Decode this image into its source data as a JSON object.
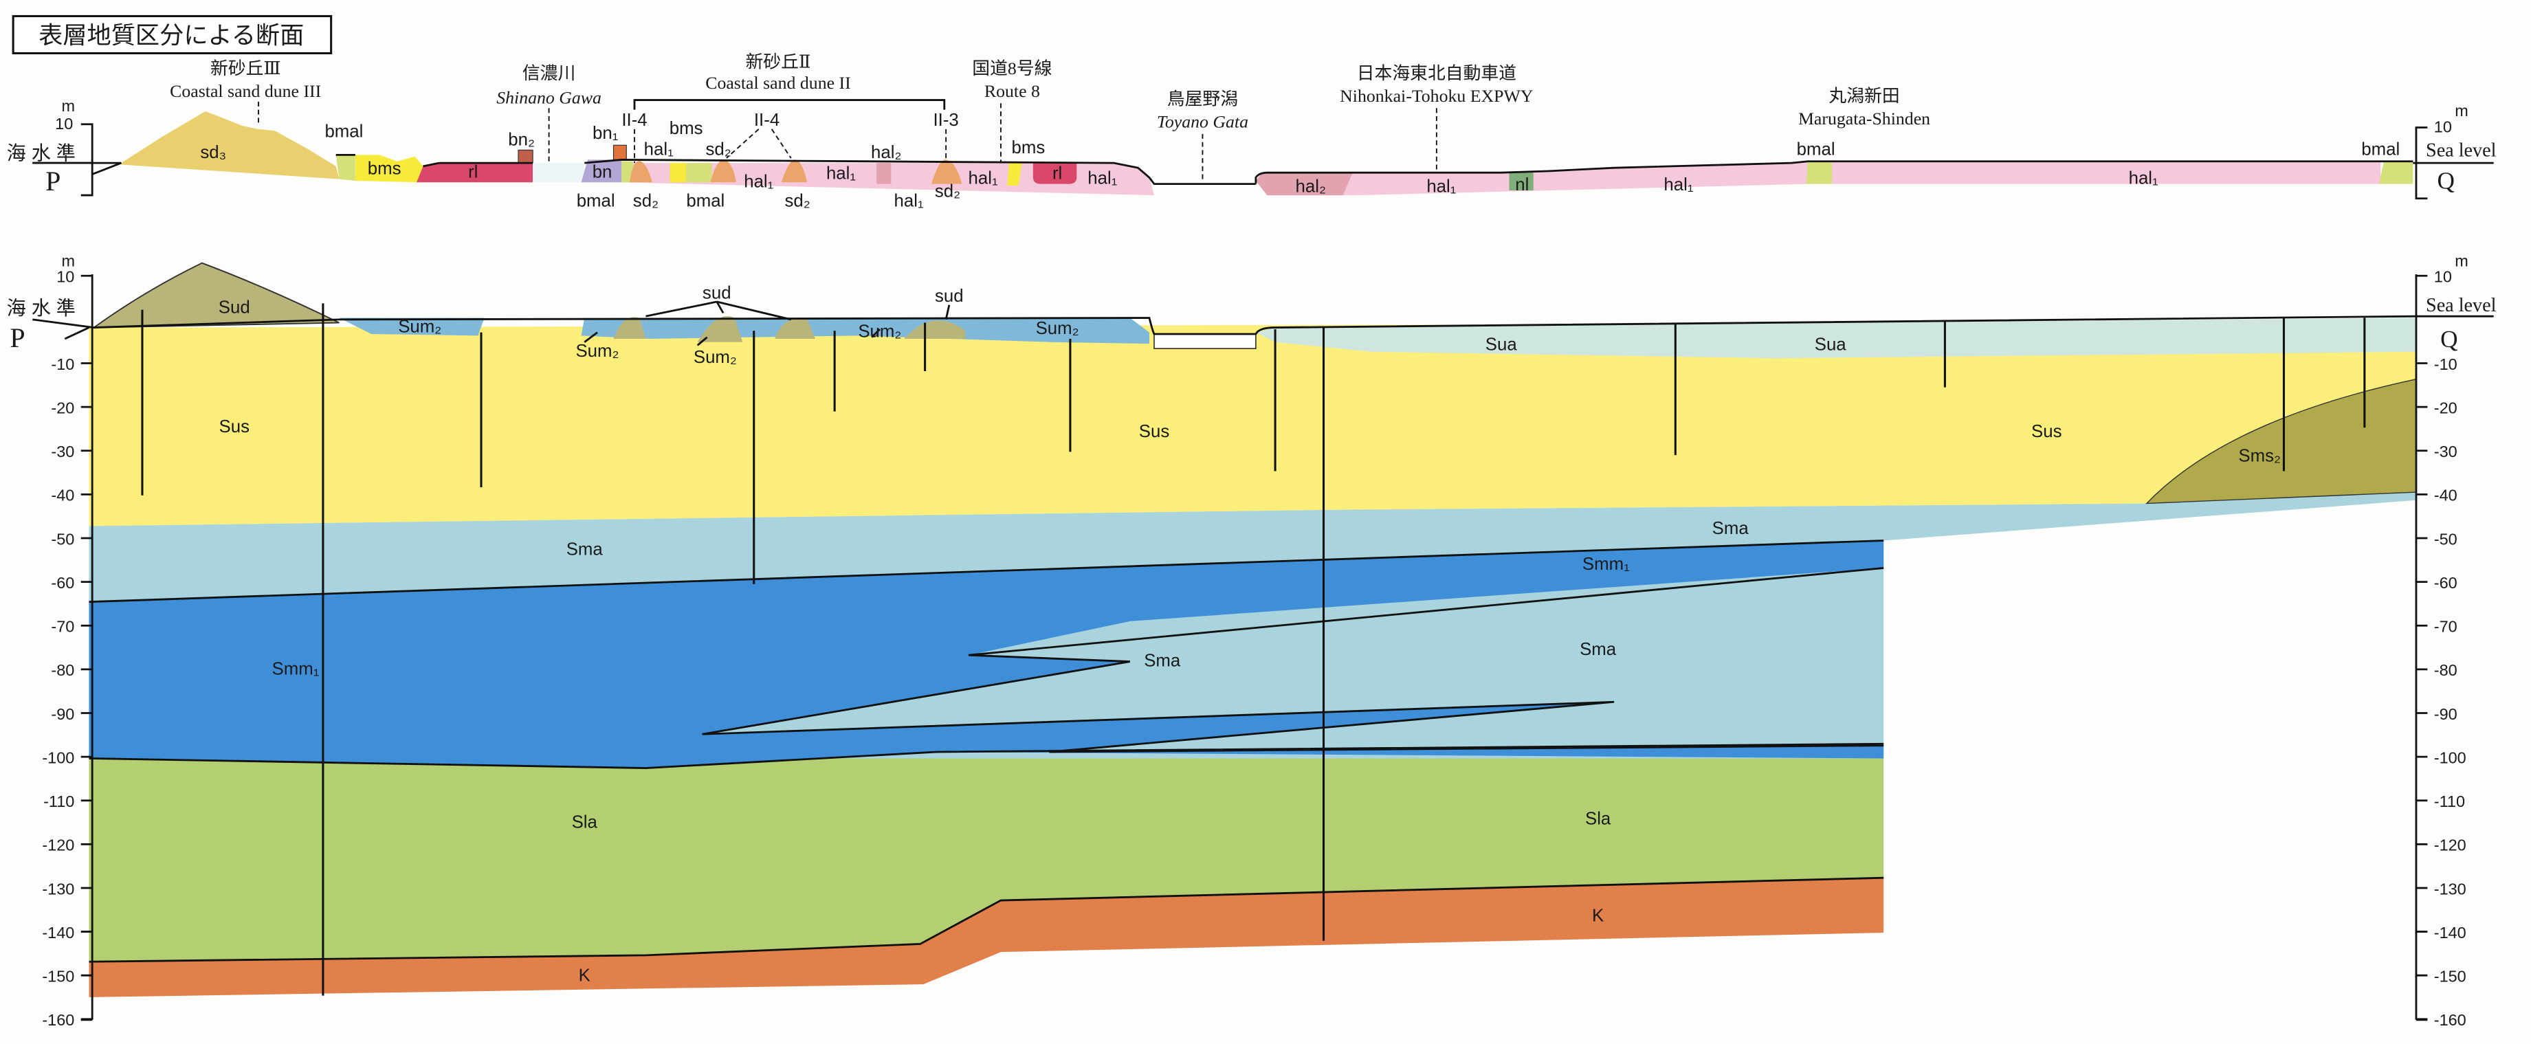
{
  "title": "表層地質区分による断面",
  "colors": {
    "sd3": "#e9cf6e",
    "bmal": "#d6e07a",
    "bms": "#f7ea3a",
    "rl": "#d9486a",
    "bn": "#b4a6d4",
    "bn_block": "#c0604a",
    "hal1": "#f6c8dc",
    "hal2": "#e2a3b0",
    "sd2": "#eba56b",
    "nl": "#7fae7a",
    "Sud": "#b9b47a",
    "Sum2": "#7fb8d8",
    "Sua": "#cfe5e0",
    "Sus": "#fbee7a",
    "Sma": "#a9d4de",
    "Smm1": "#3f8ed8",
    "Sla": "#b3cf72",
    "K": "#e2804b",
    "Sms2": "#b0aa4c"
  },
  "top_section": {
    "landmarks": [
      {
        "jp": "新砂丘Ⅲ",
        "en": "Coastal sand dune III"
      },
      {
        "jp": "信濃川",
        "en": "Shinano Gawa"
      },
      {
        "jp": "新砂丘Ⅱ",
        "en": "Coastal sand dune II"
      },
      {
        "jp": "国道8号線",
        "en": "Route 8"
      },
      {
        "jp": "鳥屋野潟",
        "en": "Toyano Gata"
      },
      {
        "jp": "日本海東北自動車道",
        "en": "Nihonkai-Tohoku EXPWY"
      },
      {
        "jp": "丸潟新田",
        "en": "Marugata-Shinden"
      }
    ],
    "dune_subunits": [
      "II-4",
      "II-4",
      "II-3"
    ],
    "left_axis": {
      "value": "10",
      "unit": "m",
      "sea_level": "海 水 準",
      "point": "P"
    },
    "right_axis": {
      "value": "10",
      "unit": "m",
      "sea_level": "Sea level",
      "point": "Q"
    },
    "units": [
      "sd₃",
      "bmal",
      "bms",
      "rl",
      "bn₂",
      "bn₁",
      "bn",
      "bms",
      "hal₁",
      "sd₂",
      "bmal",
      "sd₂",
      "bmal",
      "hal₁",
      "sd₂",
      "hal₂",
      "hal₁",
      "hal₁",
      "sd₂",
      "bms",
      "hal₁",
      "rl",
      "hal₁",
      "hal₂",
      "hal₁",
      "nl",
      "hal₁",
      "bmal",
      "hal₁",
      "bmal"
    ]
  },
  "bottom_section": {
    "left_axis": {
      "unit": "m",
      "sea_level": "海 水 準",
      "point": "P"
    },
    "right_axis": {
      "unit": "m",
      "sea_level": "Sea level",
      "point": "Q"
    },
    "ticks": [
      10,
      -10,
      -20,
      -30,
      -40,
      -50,
      -60,
      -70,
      -80,
      -90,
      -100,
      -110,
      -120,
      -130,
      -140,
      -150,
      -160
    ],
    "units": [
      "Sud",
      "Sum₂",
      "Sum₂",
      "sud",
      "Sum₂",
      "Sum₂",
      "sud",
      "Sum₂",
      "Sua",
      "Sua",
      "Sus",
      "Sus",
      "Sus",
      "Sms₂",
      "Sma",
      "Sma",
      "Smm₁",
      "Smm₁",
      "Sma",
      "Sma",
      "Sla",
      "Sla",
      "K",
      "K"
    ]
  }
}
